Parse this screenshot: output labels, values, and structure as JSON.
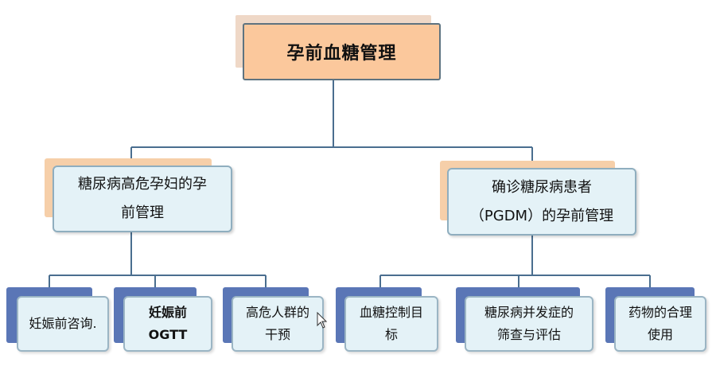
{
  "root": {
    "label": "孕前血糖管理"
  },
  "branches": [
    {
      "label": "糖尿病高危孕妇的孕\n前管理",
      "children": [
        {
          "label": "妊娠前咨询."
        },
        {
          "label": "妊娠前\nOGTT"
        },
        {
          "label": "高危人群的\n干预"
        }
      ]
    },
    {
      "label": "确诊糖尿病患者\n（PGDM）的孕前管理",
      "children": [
        {
          "label": "血糖控制目\n标"
        },
        {
          "label": "糖尿病并发症的\n筛查与评估"
        },
        {
          "label": "药物的合理\n使用"
        }
      ]
    }
  ],
  "colors": {
    "root_fill": "#fbc89c",
    "box_fill": "#e4f2f7",
    "connector": "#4a6e8f",
    "l2_accent": "#f6cfa9",
    "l3_accent": "#5a76b6"
  }
}
